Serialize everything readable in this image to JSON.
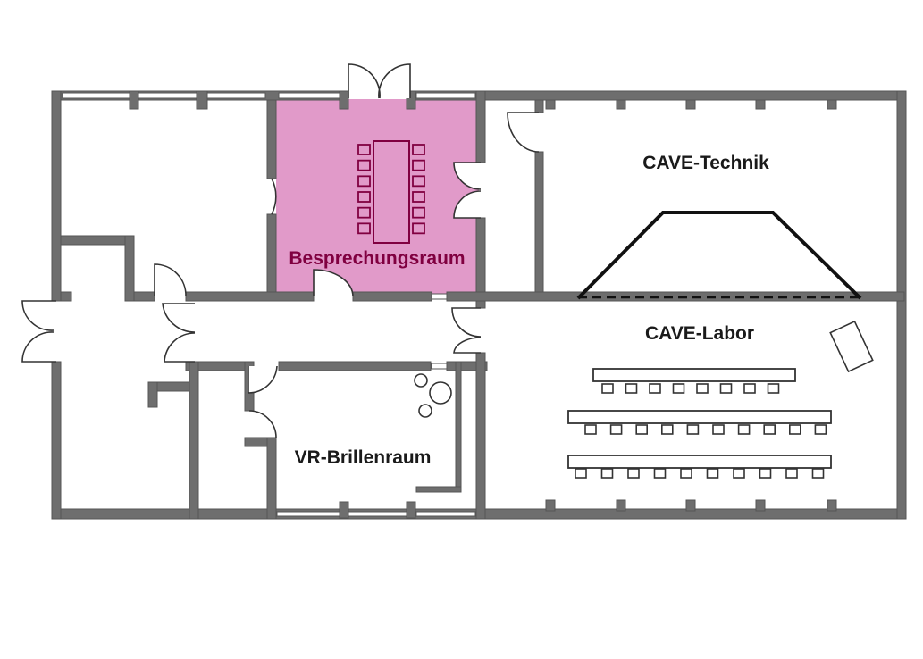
{
  "title": "",
  "colors": {
    "wall": "#6e6e6e",
    "wall_outline": "#555555",
    "highlight_room": "#e19ac9",
    "highlight_text": "#800040",
    "highlight_furniture": "#800040",
    "label_text": "#1a1a1a",
    "furniture": "#333333",
    "background": "#ffffff"
  },
  "rooms": {
    "besprechungsraum": {
      "label": "Besprechungsraum",
      "highlighted": true
    },
    "cave_technik": {
      "label": "CAVE-Technik"
    },
    "cave_labor": {
      "label": "CAVE-Labor"
    },
    "vr_brillenraum": {
      "label": "VR-Brillenraum"
    }
  },
  "furniture": {
    "meeting_table_chairs_per_side": 6,
    "desk_rows": [
      {
        "chairs": 8
      },
      {
        "chairs": 10
      },
      {
        "chairs": 10
      }
    ]
  }
}
